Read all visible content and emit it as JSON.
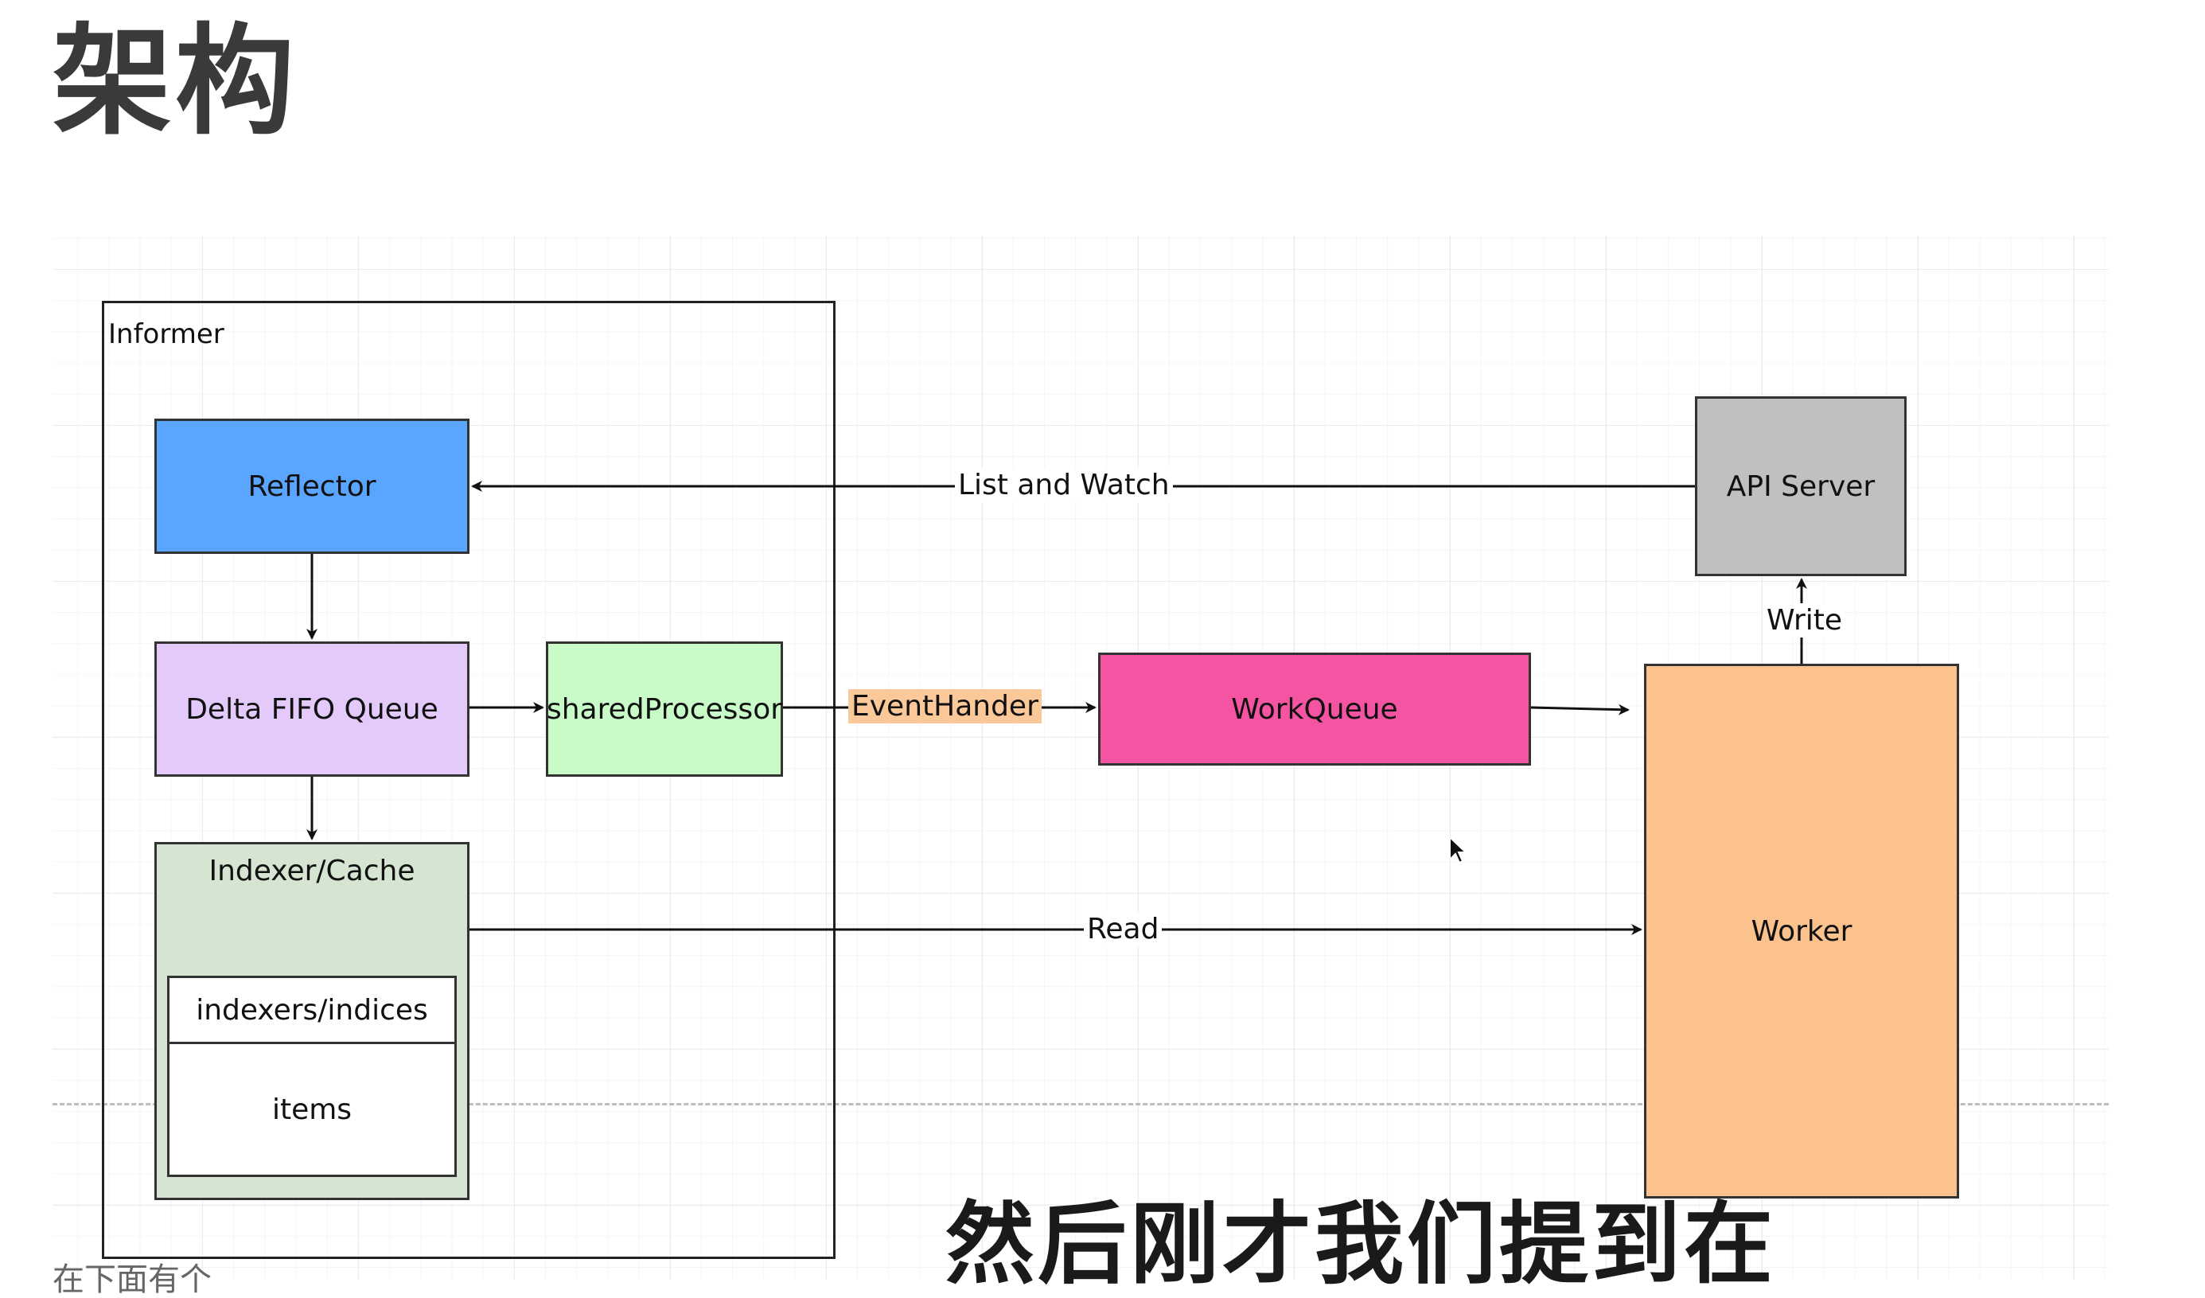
{
  "page": {
    "title": "架构"
  },
  "diagram": {
    "informer_label": "Informer",
    "nodes": {
      "reflector": "Reflector",
      "delta_fifo": "Delta FIFO Queue",
      "shared_processor": "sharedProcessor",
      "indexer_cache": "Indexer/Cache",
      "indexers": "indexers/indices",
      "items": "items",
      "api_server": "API Server",
      "workqueue": "WorkQueue",
      "worker": "Worker"
    },
    "edges": {
      "list_watch": "List and Watch",
      "event_handler": "EventHander",
      "write": "Write",
      "read": "Read"
    },
    "colors": {
      "reflector": "#5aa5ff",
      "delta_fifo": "#e4c9fb",
      "shared_processor": "#c9fbc9",
      "indexer_cache": "#d5e5d2",
      "api_server": "#c0c0c0",
      "workqueue": "#f554a2",
      "worker": "#fbc28e",
      "event_label_bg": "#fbc89a"
    }
  },
  "subtitle": "然后刚才我们提到在",
  "bottom_partial": "在下面有个"
}
